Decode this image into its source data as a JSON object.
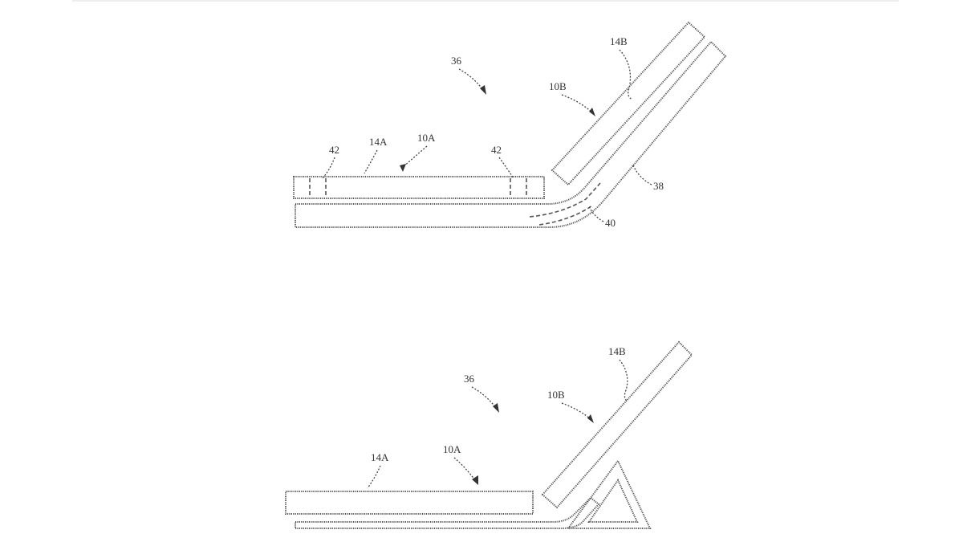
{
  "figures": [
    {
      "labels": {
        "system": "36",
        "device_a": "10A",
        "display_a": "14A",
        "device_b": "10B",
        "display_b": "14B",
        "cover": "38",
        "hinge": "40",
        "magnet_left": "42",
        "magnet_right": "42"
      }
    },
    {
      "labels": {
        "system": "36",
        "device_a": "10A",
        "display_a": "14A",
        "device_b": "10B",
        "display_b": "14B"
      }
    }
  ],
  "colors": {
    "line": "#555555",
    "background": "#ffffff"
  }
}
